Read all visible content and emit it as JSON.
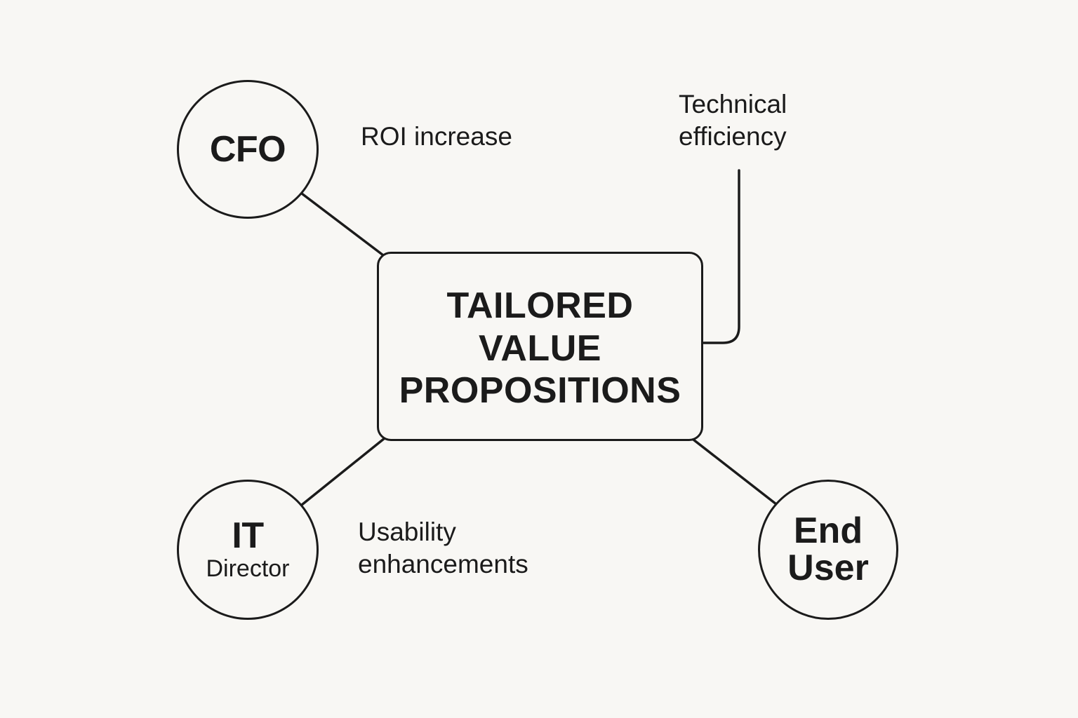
{
  "diagram": {
    "center": {
      "label": "TAILORED\nVALUE\nPROPOSITIONS"
    },
    "stakeholders": {
      "cfo": {
        "label": "CFO"
      },
      "it_director": {
        "label_main": "IT",
        "label_sub": "Director"
      },
      "end_user": {
        "label": "End\nUser"
      }
    },
    "benefits": {
      "roi": "ROI increase",
      "technical": "Technical\nefficiency",
      "usability": "Usability\nenhancements"
    }
  },
  "colors": {
    "background": "#f8f7f4",
    "stroke": "#1b1b1b"
  }
}
